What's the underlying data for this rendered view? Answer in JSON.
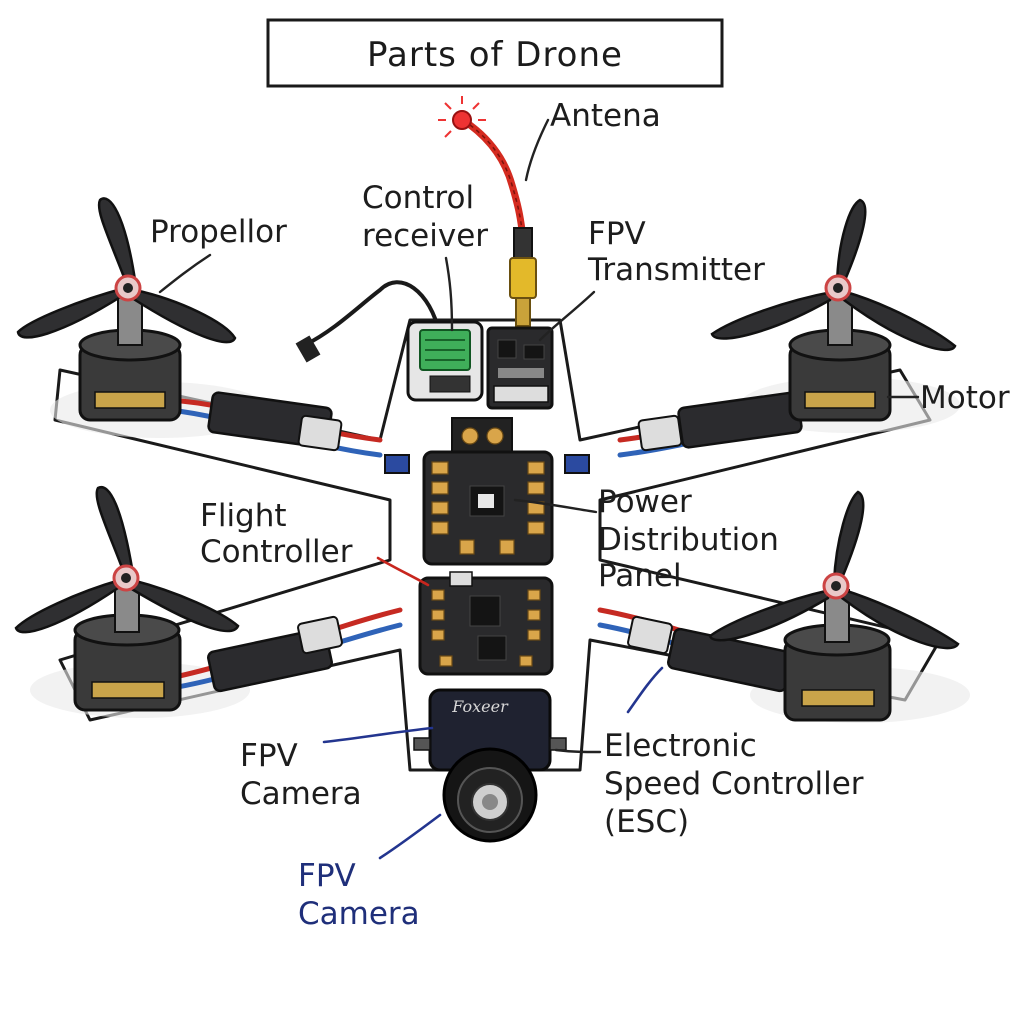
{
  "title": "Parts of Drone",
  "labels": {
    "antenna": "Antena",
    "control_receiver_line1": "Control",
    "control_receiver_line2": "receiver",
    "fpv_transmitter_line1": "FPV",
    "fpv_transmitter_line2": "Transmitter",
    "propeller": "Propellor",
    "motor": "Motor",
    "flight_controller_line1": "Flight",
    "flight_controller_line2": "Controller",
    "pdb_line1": "Power",
    "pdb_line2": "Distribution",
    "pdb_line3": "Panel",
    "fpv_camera_line1": "FPV",
    "fpv_camera_line2": "Camera",
    "esc_line1": "Electronic",
    "esc_line2": "Speed Controller",
    "esc_line3": "(ESC)",
    "fpv_camera2_line1": "FPV",
    "fpv_camera2_line2": "Camera"
  },
  "camera_brand": "Foxeer",
  "colors": {
    "ink": "#1a1a1a",
    "blue_label": "#1f2f7a",
    "red_wire": "#c62a22",
    "blue_wire": "#2f63b8",
    "pad_gold": "#d9a54a",
    "antenna_red": "#d42b20",
    "antenna_yellow": "#e3b92a",
    "receiver_green": "#3fae5a"
  }
}
